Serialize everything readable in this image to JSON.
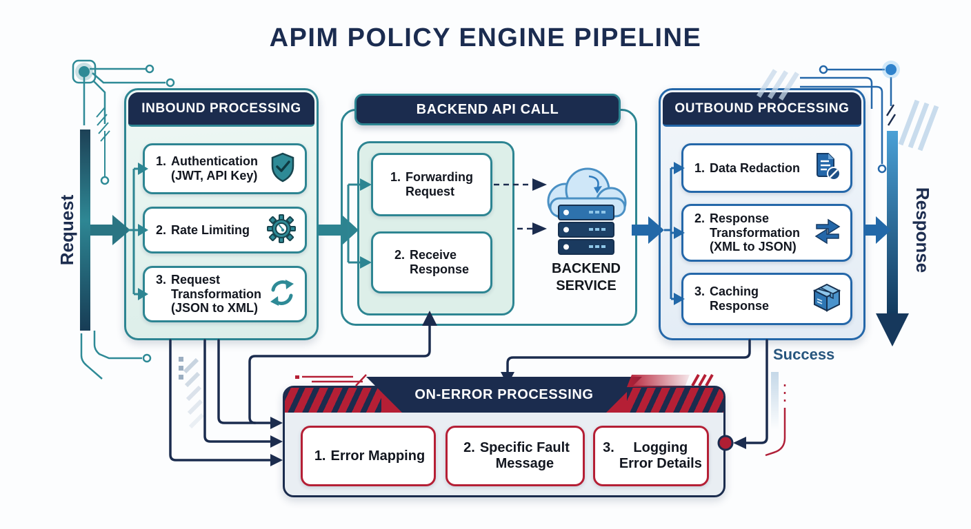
{
  "title": "APIM POLICY ENGINE PIPELINE",
  "flow_labels": {
    "request": "Request",
    "response": "Response",
    "success": "Success"
  },
  "backend_service": {
    "line1": "BACKEND",
    "line2": "SERVICE"
  },
  "sections": {
    "inbound": {
      "header": "INBOUND PROCESSING",
      "items": [
        {
          "num": "1.",
          "lines": [
            "Authentication",
            "(JWT, API Key)"
          ],
          "icon": "shield-check-icon"
        },
        {
          "num": "2.",
          "lines": [
            "Rate Limiting"
          ],
          "icon": "gear-icon"
        },
        {
          "num": "3.",
          "lines": [
            "Request",
            "Transformation",
            "(JSON to XML)"
          ],
          "icon": "sync-icon"
        }
      ]
    },
    "backend": {
      "header": "BACKEND API CALL",
      "items": [
        {
          "num": "1.",
          "lines": [
            "Forwarding",
            "Request"
          ]
        },
        {
          "num": "2.",
          "lines": [
            "Receive",
            "Response"
          ]
        }
      ]
    },
    "outbound": {
      "header": "OUTBOUND PROCESSING",
      "items": [
        {
          "num": "1.",
          "lines": [
            "Data Redaction"
          ],
          "icon": "doc-redaction-icon"
        },
        {
          "num": "2.",
          "lines": [
            "Response",
            "Transformation",
            "(XML to JSON)"
          ],
          "icon": "swap-arrows-icon"
        },
        {
          "num": "3.",
          "lines": [
            "Caching",
            "Response"
          ],
          "icon": "package-icon"
        }
      ]
    },
    "onerror": {
      "header": "ON-ERROR PROCESSING",
      "items": [
        {
          "num": "1.",
          "lines": [
            "Error Mapping"
          ]
        },
        {
          "num": "2.",
          "lines": [
            "Specific Fault",
            "Message"
          ]
        },
        {
          "num": "3.",
          "lines": [
            "Logging",
            "Error Details"
          ]
        }
      ]
    }
  },
  "colors": {
    "navy": "#1b2c4e",
    "teal": "#2d8592",
    "blue": "#2467a9",
    "red": "#b51f35",
    "error_bg": "#e9eef3",
    "title": "#1b2c50",
    "teal_bg": "#dceee9",
    "blue_bg": "#e3ecf5"
  }
}
